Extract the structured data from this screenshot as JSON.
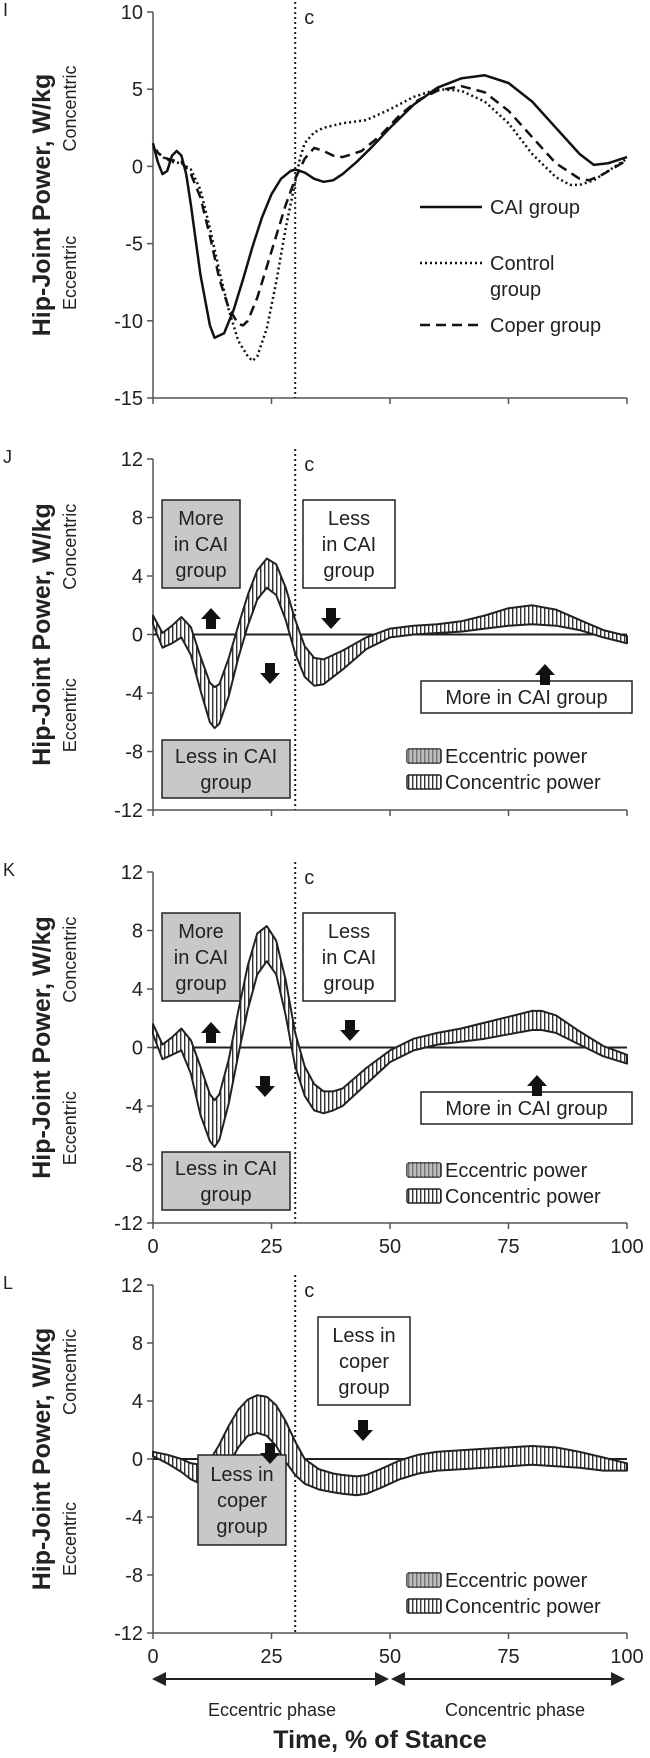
{
  "chart_data": [
    {
      "panel": "I",
      "type": "line",
      "cline_label": "c",
      "ylabel": "Hip-Joint Power, W/kg",
      "concentric_label": "Concentric",
      "eccentric_label": "Eccentric",
      "ylim": [
        -15,
        10
      ],
      "yticks": [
        "10",
        "5",
        "0",
        "-5",
        "-10",
        "-15"
      ],
      "xlim": [
        0,
        100
      ],
      "cline_x": 30,
      "series": [
        {
          "name": "CAI group",
          "style": "solid",
          "x": [
            0,
            1,
            2,
            3,
            4,
            5,
            6,
            7,
            8,
            10,
            12,
            13,
            15,
            17,
            19,
            21,
            23,
            25,
            27,
            29,
            30,
            32,
            34,
            36,
            38,
            40,
            43,
            46,
            50,
            55,
            60,
            65,
            70,
            75,
            80,
            85,
            90,
            93,
            96,
            98,
            100
          ],
          "y": [
            1.5,
            0.3,
            -0.5,
            -0.3,
            0.7,
            1.0,
            0.7,
            -0.5,
            -2.5,
            -7,
            -10.3,
            -11.1,
            -10.8,
            -9.3,
            -7.3,
            -5.2,
            -3.3,
            -1.8,
            -0.8,
            -0.3,
            -0.2,
            -0.4,
            -0.8,
            -1.0,
            -0.9,
            -0.5,
            0.3,
            1.2,
            2.5,
            4.0,
            5.1,
            5.7,
            5.9,
            5.4,
            4.2,
            2.5,
            0.8,
            0.1,
            0.2,
            0.4,
            0.6
          ]
        },
        {
          "name": "Control group",
          "style": "dotted",
          "x": [
            0,
            2,
            4,
            6,
            8,
            10,
            12,
            14,
            16,
            18,
            20,
            21,
            22,
            24,
            26,
            28,
            30,
            31,
            32,
            34,
            36,
            40,
            45,
            50,
            55,
            60,
            65,
            70,
            75,
            80,
            85,
            88,
            90,
            93,
            96,
            100
          ],
          "y": [
            1.3,
            0.6,
            0.3,
            0.2,
            -0.2,
            -1.5,
            -4.0,
            -6.8,
            -9.3,
            -11.3,
            -12.3,
            -12.6,
            -12.3,
            -10.5,
            -7.5,
            -4.0,
            -1.0,
            0.5,
            1.5,
            2.2,
            2.5,
            2.8,
            3.0,
            3.7,
            4.5,
            5.0,
            4.9,
            4.2,
            2.8,
            0.8,
            -0.7,
            -1.2,
            -1.2,
            -0.9,
            -0.3,
            0.5
          ]
        },
        {
          "name": "Coper group",
          "style": "dashed",
          "x": [
            0,
            2,
            4,
            6,
            8,
            10,
            12,
            14,
            16,
            18,
            19,
            20,
            22,
            24,
            26,
            28,
            30,
            32,
            34,
            36,
            38,
            40,
            44,
            48,
            52,
            56,
            60,
            65,
            70,
            75,
            80,
            85,
            90,
            92,
            95,
            100
          ],
          "y": [
            1.2,
            0.6,
            0.4,
            0.3,
            -0.5,
            -2.0,
            -4.5,
            -7.3,
            -9.2,
            -10.2,
            -10.3,
            -10.0,
            -8.5,
            -6.5,
            -4.5,
            -2.5,
            -0.8,
            0.5,
            1.2,
            1.0,
            0.7,
            0.6,
            1.0,
            2.0,
            3.3,
            4.3,
            4.9,
            5.2,
            4.8,
            3.6,
            1.9,
            0.2,
            -0.8,
            -0.9,
            -0.5,
            0.4
          ]
        }
      ],
      "legend": [
        {
          "label_lines": [
            "CAI group"
          ],
          "style": "solid"
        },
        {
          "label_lines": [
            "Control",
            "group"
          ],
          "style": "dotted"
        },
        {
          "label_lines": [
            "Coper group"
          ],
          "style": "dashed"
        }
      ]
    },
    {
      "panel": "J",
      "type": "area",
      "cline_label": "c",
      "ylabel": "Hip-Joint Power, W/kg",
      "concentric_label": "Concentric",
      "eccentric_label": "Eccentric",
      "ylim": [
        -12,
        12
      ],
      "yticks": [
        "12",
        "8",
        "4",
        "0",
        "-4",
        "-8",
        "-12"
      ],
      "xlim": [
        0,
        100
      ],
      "cline_x": 30,
      "band": {
        "x": [
          0,
          2,
          4,
          6,
          8,
          10,
          12,
          13,
          14,
          16,
          18,
          20,
          22,
          24,
          26,
          28,
          30,
          32,
          34,
          36,
          40,
          45,
          50,
          55,
          60,
          65,
          70,
          75,
          80,
          85,
          90,
          95,
          100
        ],
        "upper": [
          1.3,
          0.1,
          0.6,
          1.2,
          0.5,
          -1.5,
          -3.3,
          -3.6,
          -3.4,
          -1.6,
          0.6,
          2.7,
          4.4,
          5.2,
          4.8,
          3.2,
          1.0,
          -0.8,
          -1.6,
          -1.7,
          -1.1,
          -0.2,
          0.4,
          0.6,
          0.7,
          0.9,
          1.3,
          1.8,
          2.0,
          1.7,
          1.0,
          0.3,
          -0.1
        ],
        "lower": [
          0.7,
          -0.9,
          -0.6,
          -0.2,
          -1.4,
          -3.8,
          -6.0,
          -6.4,
          -6.1,
          -4.2,
          -1.6,
          0.6,
          2.4,
          3.2,
          2.7,
          1.0,
          -1.3,
          -2.9,
          -3.5,
          -3.4,
          -2.4,
          -1.0,
          -0.2,
          0.0,
          0.1,
          0.2,
          0.4,
          0.6,
          0.7,
          0.6,
          0.3,
          -0.2,
          -0.6
        ]
      },
      "annotations": [
        {
          "lines": [
            "More",
            "in CAI",
            "group"
          ],
          "fill": "#c8c8c8",
          "arrow": "up"
        },
        {
          "lines": [
            "Less in CAI",
            "group"
          ],
          "fill": "#c8c8c8",
          "arrow": "down"
        },
        {
          "lines": [
            "Less",
            "in CAI",
            "group"
          ],
          "fill": "#ffffff",
          "arrow": "down"
        },
        {
          "lines": [
            "More in CAI group"
          ],
          "fill": "#ffffff",
          "arrow": "up"
        }
      ],
      "legend": [
        {
          "label": "Eccentric power",
          "fill": "#9a9a9a"
        },
        {
          "label": "Concentric power",
          "fill": "#ffffff"
        }
      ]
    },
    {
      "panel": "K",
      "type": "area",
      "cline_label": "c",
      "ylabel": "Hip-Joint Power, W/kg",
      "concentric_label": "Concentric",
      "eccentric_label": "Eccentric",
      "ylim": [
        -12,
        12
      ],
      "yticks": [
        "12",
        "8",
        "4",
        "0",
        "-4",
        "-8",
        "-12"
      ],
      "xlim": [
        0,
        100
      ],
      "xticks": [
        "0",
        "25",
        "50",
        "75",
        "100"
      ],
      "cline_x": 30,
      "band": {
        "x": [
          0,
          2,
          4,
          6,
          8,
          10,
          12,
          13,
          14,
          16,
          18,
          20,
          22,
          24,
          26,
          28,
          30,
          32,
          34,
          36,
          38,
          40,
          45,
          50,
          55,
          60,
          65,
          70,
          75,
          80,
          82,
          85,
          90,
          95,
          100
        ],
        "upper": [
          1.6,
          0.2,
          0.7,
          1.3,
          0.5,
          -1.3,
          -3.2,
          -3.6,
          -3.2,
          -0.8,
          2.5,
          5.6,
          7.8,
          8.3,
          7.3,
          4.6,
          1.0,
          -1.3,
          -2.5,
          -3.0,
          -3.0,
          -2.8,
          -1.4,
          -0.2,
          0.6,
          1.0,
          1.3,
          1.7,
          2.1,
          2.5,
          2.5,
          2.2,
          1.1,
          0.1,
          -0.5
        ],
        "lower": [
          0.9,
          -0.8,
          -0.5,
          -0.2,
          -1.8,
          -4.6,
          -6.4,
          -6.8,
          -6.3,
          -3.8,
          -0.5,
          2.6,
          5.0,
          5.9,
          5.0,
          2.2,
          -1.3,
          -3.3,
          -4.3,
          -4.5,
          -4.3,
          -4.0,
          -2.5,
          -1.0,
          -0.2,
          0.2,
          0.4,
          0.6,
          0.9,
          1.2,
          1.2,
          1.0,
          0.2,
          -0.6,
          -1.1
        ]
      },
      "annotations": [
        {
          "lines": [
            "More",
            "in CAI",
            "group"
          ],
          "fill": "#c8c8c8",
          "arrow": "up"
        },
        {
          "lines": [
            "Less in CAI",
            "group"
          ],
          "fill": "#c8c8c8",
          "arrow": "down"
        },
        {
          "lines": [
            "Less",
            "in CAI",
            "group"
          ],
          "fill": "#ffffff",
          "arrow": "down"
        },
        {
          "lines": [
            "More in CAI group"
          ],
          "fill": "#ffffff",
          "arrow": "up"
        }
      ],
      "legend": [
        {
          "label": "Eccentric power",
          "fill": "#9a9a9a"
        },
        {
          "label": "Concentric power",
          "fill": "#ffffff"
        }
      ]
    },
    {
      "panel": "L",
      "type": "area",
      "cline_label": "c",
      "ylabel": "Hip-Joint Power, W/kg",
      "concentric_label": "Concentric",
      "eccentric_label": "Eccentric",
      "ylim": [
        -12,
        12
      ],
      "yticks": [
        "12",
        "8",
        "4",
        "0",
        "-4",
        "-8",
        "-12"
      ],
      "xlim": [
        0,
        100
      ],
      "xticks": [
        "0",
        "25",
        "50",
        "75",
        "100"
      ],
      "cline_x": 30,
      "band": {
        "x": [
          0,
          3,
          6,
          8,
          10,
          12,
          14,
          16,
          18,
          20,
          22,
          24,
          26,
          28,
          30,
          32,
          35,
          38,
          40,
          43,
          45,
          48,
          52,
          56,
          60,
          65,
          70,
          75,
          80,
          85,
          90,
          95,
          100
        ],
        "upper": [
          0.5,
          0.3,
          0.0,
          -0.3,
          -0.4,
          -0.1,
          1.0,
          2.3,
          3.4,
          4.1,
          4.4,
          4.3,
          3.7,
          2.6,
          1.2,
          0.0,
          -0.7,
          -1.0,
          -1.1,
          -1.2,
          -1.1,
          -0.7,
          -0.1,
          0.3,
          0.5,
          0.6,
          0.7,
          0.8,
          0.9,
          0.8,
          0.5,
          0.1,
          -0.3
        ],
        "lower": [
          0.2,
          -0.3,
          -0.9,
          -1.4,
          -1.7,
          -1.8,
          -1.4,
          -0.4,
          0.8,
          1.6,
          1.8,
          1.6,
          0.9,
          -0.2,
          -1.1,
          -1.7,
          -2.1,
          -2.3,
          -2.4,
          -2.5,
          -2.4,
          -2.0,
          -1.4,
          -1.0,
          -0.8,
          -0.7,
          -0.6,
          -0.5,
          -0.4,
          -0.5,
          -0.6,
          -0.8,
          -0.8
        ]
      },
      "annotations": [
        {
          "lines": [
            "Less in",
            "coper",
            "group"
          ],
          "fill": "#c8c8c8",
          "arrow": "down"
        },
        {
          "lines": [
            "Less in",
            "coper",
            "group"
          ],
          "fill": "#ffffff",
          "arrow": "down"
        }
      ],
      "legend": [
        {
          "label": "Eccentric power",
          "fill": "#9a9a9a"
        },
        {
          "label": "Concentric power",
          "fill": "#ffffff"
        }
      ]
    }
  ],
  "footer": {
    "eccentric_phase": "Eccentric phase",
    "concentric_phase": "Concentric phase",
    "xtitle": "Time, % of Stance"
  }
}
